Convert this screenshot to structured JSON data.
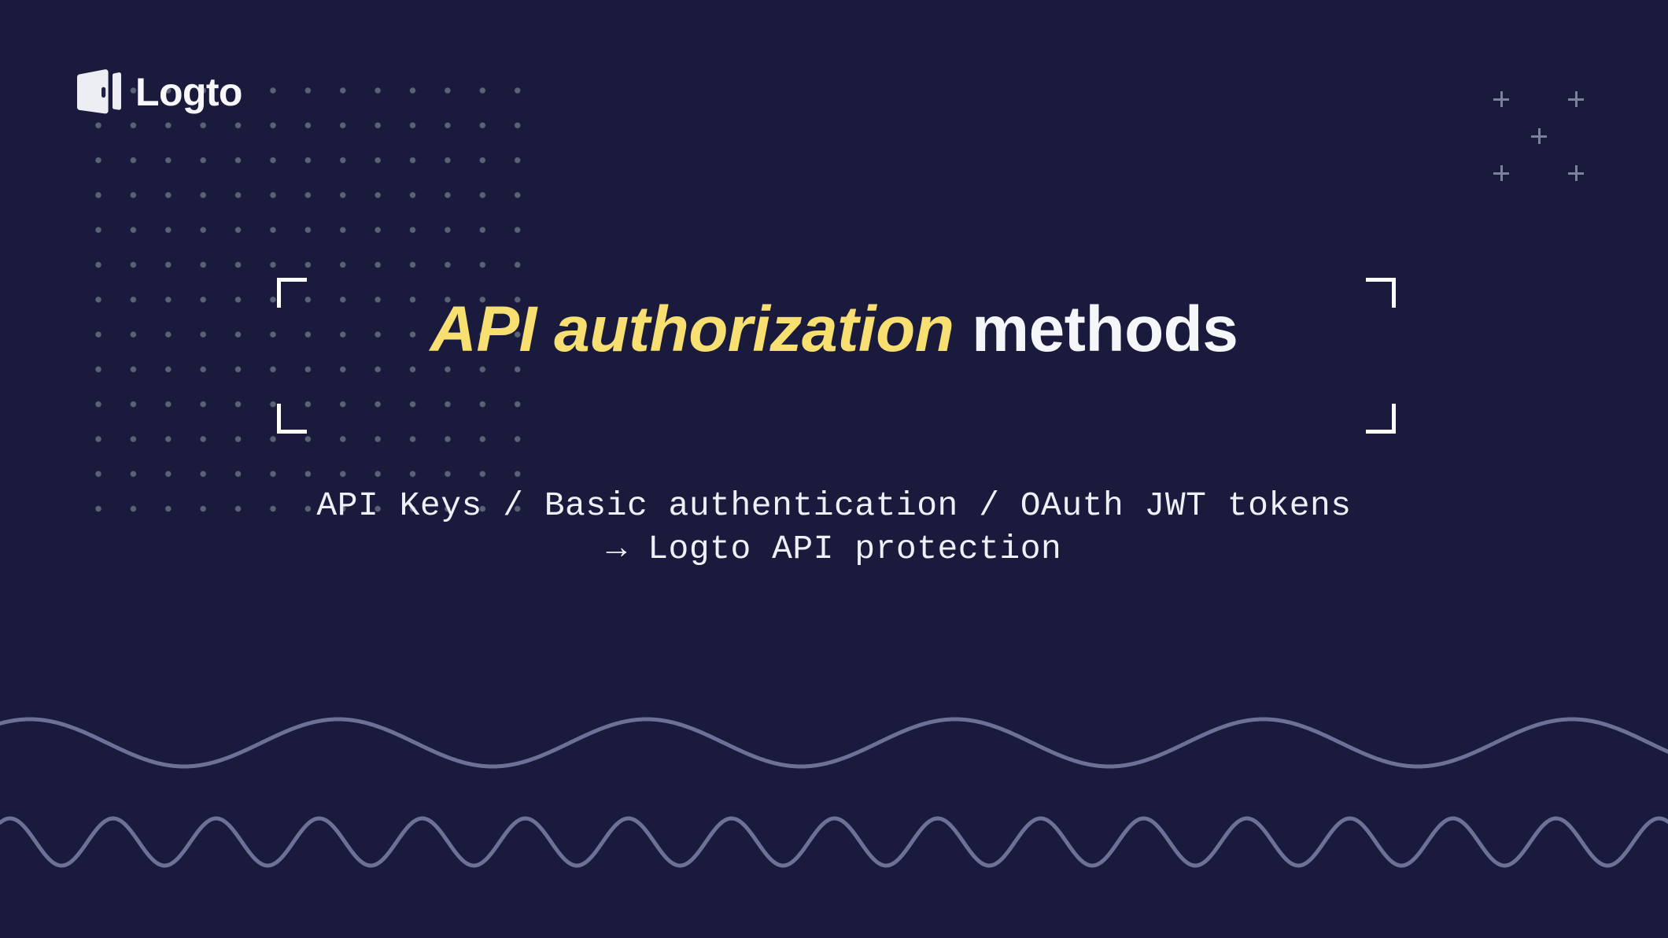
{
  "brand": {
    "name": "Logto",
    "logo_icon": "logto-door-icon"
  },
  "headline": {
    "accent_text": "API authorization",
    "plain_text": "methods"
  },
  "subtitle": {
    "line1": "API Keys / Basic authentication / OAuth JWT tokens",
    "line2": "→ Logto API protection"
  },
  "decor": {
    "dot_grid": "dot-grid-pattern",
    "plus_marks": "plus-marks-cluster",
    "bracket_top_left": "corner-bracket",
    "bracket_top_right": "corner-bracket",
    "bracket_bottom_left": "corner-bracket",
    "bracket_bottom_right": "corner-bracket",
    "wave_top": "sine-wave-long-period",
    "wave_bottom": "sine-wave-short-period"
  },
  "colors": {
    "background": "#191a3c",
    "accent_yellow": "#f7df71",
    "text_white": "#f5f6fa",
    "dot_gray": "#5c6275",
    "wave_lavender": "#6d7197",
    "plus_gray": "#7b819a"
  }
}
